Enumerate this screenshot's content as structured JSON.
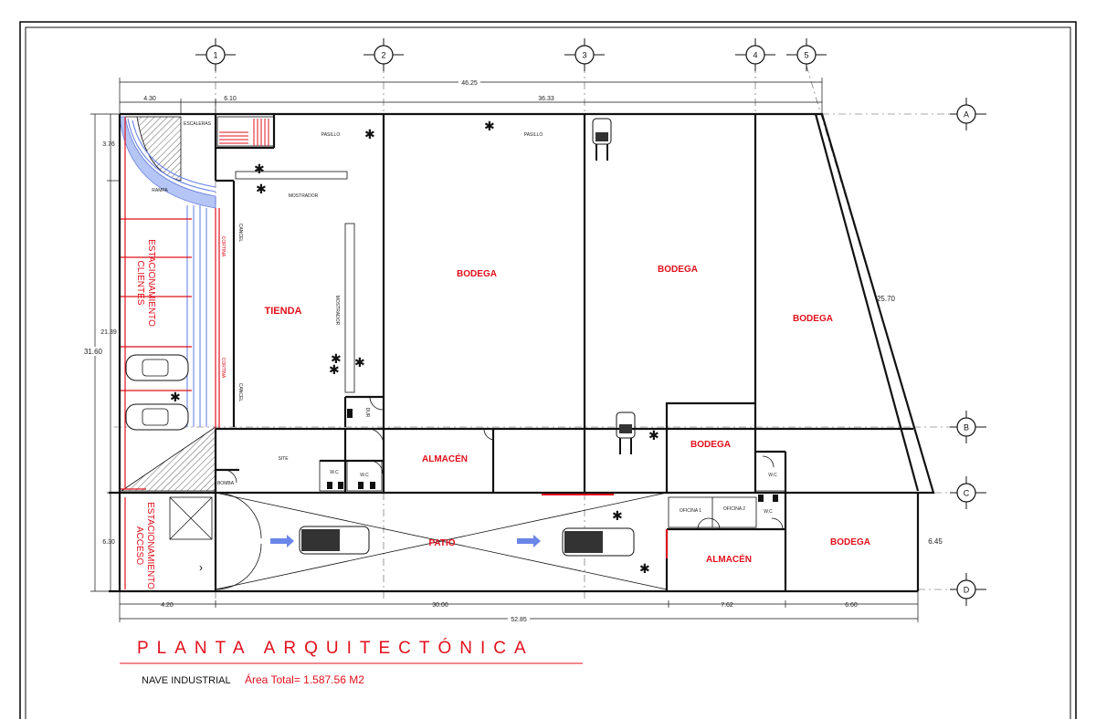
{
  "title": "PLANTA ARQUITECTÓNICA",
  "subtitle": "NAVE INDUSTRIAL",
  "area_total": "Área Total= 1.587.56 M2",
  "grid_axes": {
    "numbers": [
      "1",
      "2",
      "3",
      "4",
      "5"
    ],
    "letters": [
      "A",
      "B",
      "C",
      "D"
    ]
  },
  "rooms": {
    "tienda": "TIENDA",
    "bodega_1": "BODEGA",
    "bodega_2": "BODEGA",
    "bodega_3": "BODEGA",
    "bodega_4": "BODEGA",
    "bodega_5": "BODEGA",
    "almacen_1": "ALMACÉN",
    "almacen_2": "ALMACÉN",
    "patio": "PATIO",
    "est_clientes_1": "ESTACIONAMIENTO",
    "est_clientes_2": "CLIENTES",
    "est_acceso_1": "ESTACIONAMIENTO",
    "est_acceso_2": "ACCESO"
  },
  "small_labels": {
    "escaleras": "ESCALERAS",
    "pasillo_1": "PASILLO",
    "pasillo_2": "PASILLO",
    "rampa": "RAMPA",
    "mostrador_1": "MOSTRADOR",
    "mostrador_2": "MOSTRADOR",
    "cancel_1": "CANCEL",
    "cancel_2": "CANCEL",
    "cortina_1": "CORTINA",
    "cortina_2": "CORTINA",
    "site": "SITE",
    "bomba": "BOMBA",
    "wc_1": "W.C",
    "wc_2": "W.C",
    "wc_3": "W.C",
    "wc_4": "W.C",
    "oficina_1": "OFICINA 1",
    "oficina_2": "OFICINA 2",
    "dur": "DUR"
  },
  "dimensions": {
    "top_total": "46.25",
    "top_a": "4.30",
    "top_b": "6.10",
    "top_c": "36.33",
    "left_total": "31.60",
    "left_a": "3.76",
    "left_b": "21.39",
    "left_c": "6.30",
    "bottom_a": "4.20",
    "bottom_b": "30.00",
    "bottom_c": "7.62",
    "bottom_d": "6.60",
    "bottom_total": "52.85",
    "diag": "25.70",
    "right_small": "6.45"
  },
  "colors": {
    "red": "#e1101c",
    "blue": "#6a86e8",
    "line": "#111111"
  }
}
